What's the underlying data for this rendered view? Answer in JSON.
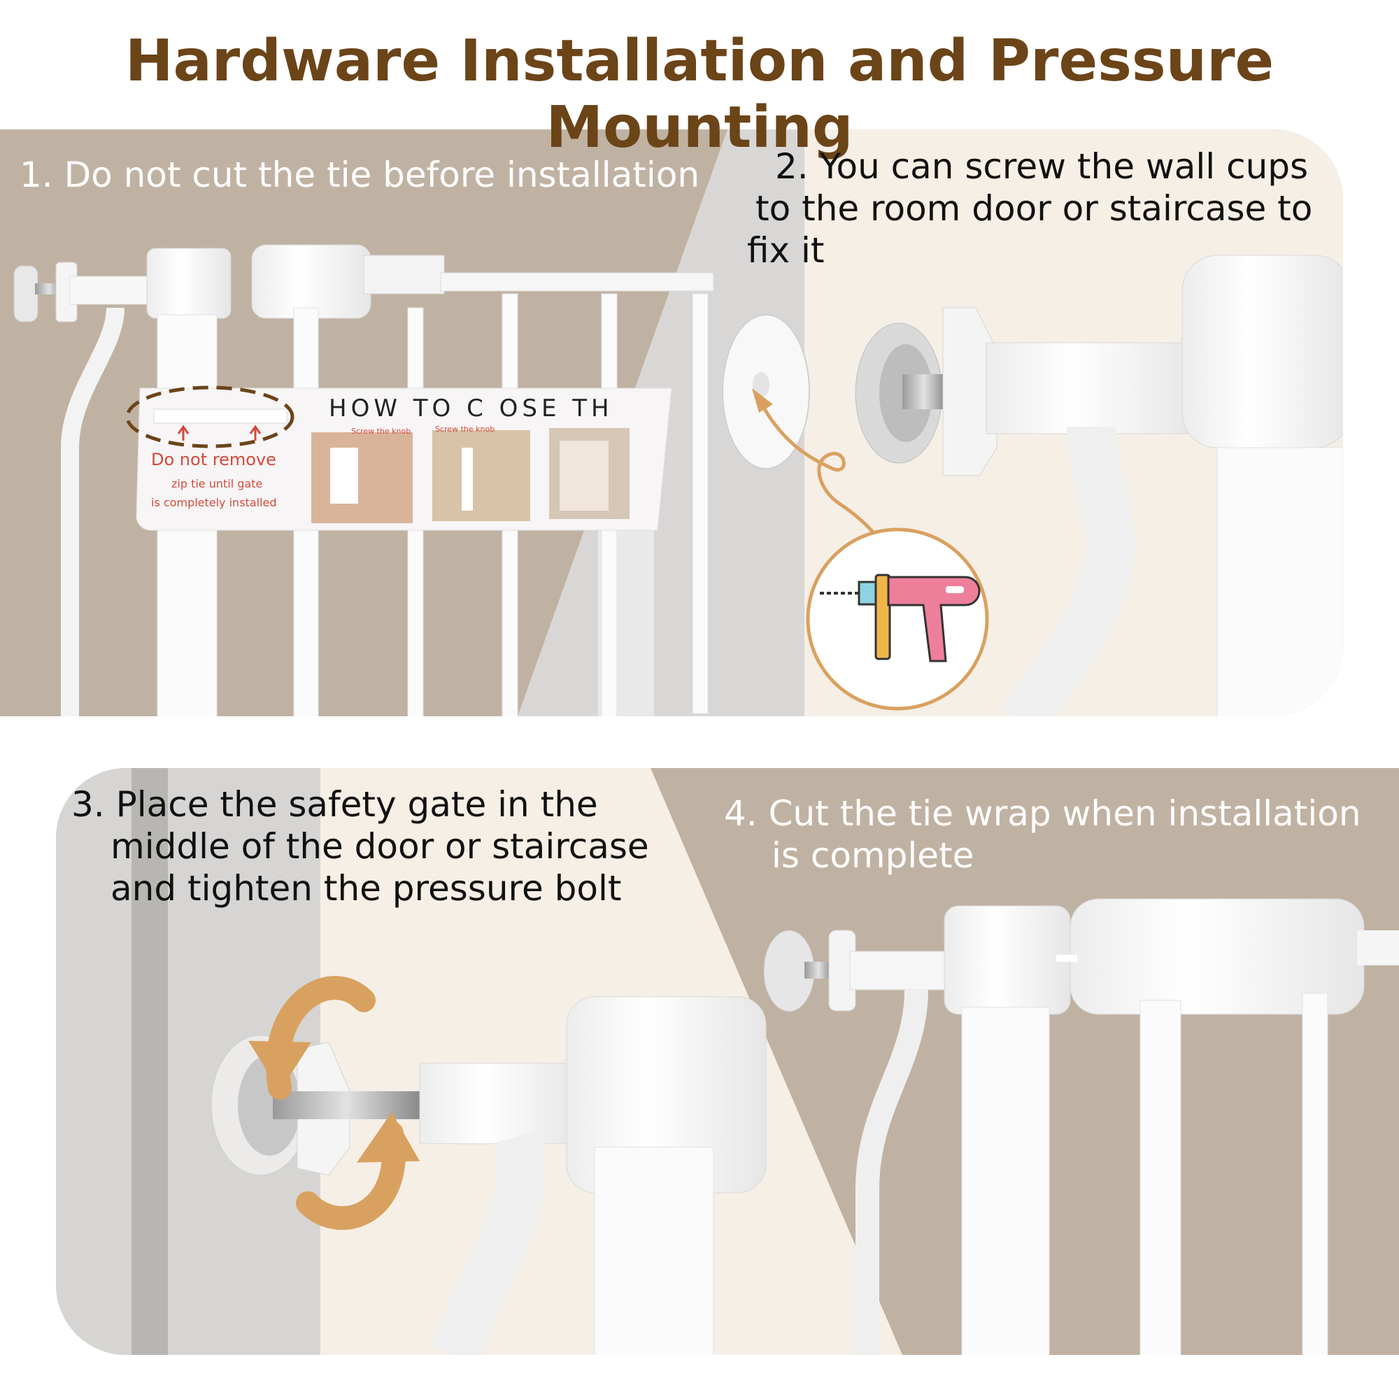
{
  "title": "Hardware Installation and Pressure Mounting",
  "steps": {
    "step1": "1. Do not cut the tie before installation",
    "step2_l1": "2. You can screw the wall cups",
    "step2_l2": "to the room door or staircase to",
    "step2_l3": "fix it",
    "step3_l1": "3. Place the safety gate in the",
    "step3_l2": "middle of the door or staircase",
    "step3_l3": "and tighten the pressure bolt",
    "step4_l1": "4. Cut the tie wrap when installation",
    "step4_l2": "is complete"
  },
  "tag": {
    "heading": "HOW TO C   OSE TH",
    "warning": "Do not remove",
    "note_l1": "zip tie until gate",
    "note_l2": "is completely installed",
    "caption_a": "Screw the knob",
    "caption_b": "Screw the knob"
  },
  "colors": {
    "title": "#6b4418",
    "taupe": "#c0b2a2",
    "cream": "#f6efe6",
    "grey": "#d7d5d3",
    "accent_orange": "#d9a160",
    "drill_pink": "#ee7f9a",
    "warning_red": "#d44a3a"
  },
  "icons": [
    "drill-icon",
    "rotate-arrows-icon",
    "curved-arrow-icon"
  ]
}
